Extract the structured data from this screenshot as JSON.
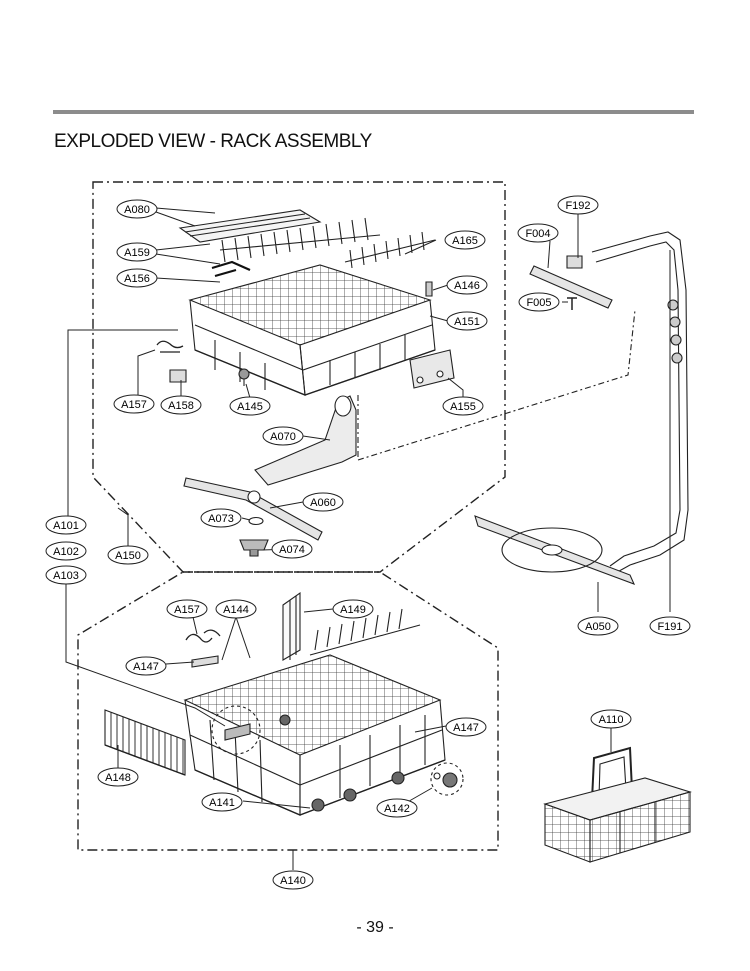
{
  "page": {
    "title": "EXPLODED VIEW - RACK ASSEMBLY",
    "page_number": "- 39 -"
  },
  "callouts": [
    {
      "id": "A080",
      "label": "A080"
    },
    {
      "id": "A159",
      "label": "A159"
    },
    {
      "id": "A165",
      "label": "A165"
    },
    {
      "id": "A156",
      "label": "A156"
    },
    {
      "id": "A146",
      "label": "A146"
    },
    {
      "id": "A151",
      "label": "A151"
    },
    {
      "id": "A157a",
      "label": "A157"
    },
    {
      "id": "A158",
      "label": "A158"
    },
    {
      "id": "A145",
      "label": "A145"
    },
    {
      "id": "A155",
      "label": "A155"
    },
    {
      "id": "A070",
      "label": "A070"
    },
    {
      "id": "A060",
      "label": "A060"
    },
    {
      "id": "A073",
      "label": "A073"
    },
    {
      "id": "A074",
      "label": "A074"
    },
    {
      "id": "A101",
      "label": "A101"
    },
    {
      "id": "A102",
      "label": "A102"
    },
    {
      "id": "A103",
      "label": "A103"
    },
    {
      "id": "A150",
      "label": "A150"
    },
    {
      "id": "F192",
      "label": "F192"
    },
    {
      "id": "F004",
      "label": "F004"
    },
    {
      "id": "F005",
      "label": "F005"
    },
    {
      "id": "A050",
      "label": "A050"
    },
    {
      "id": "F191",
      "label": "F191"
    },
    {
      "id": "A157b",
      "label": "A157"
    },
    {
      "id": "A144",
      "label": "A144"
    },
    {
      "id": "A149",
      "label": "A149"
    },
    {
      "id": "A147a",
      "label": "A147"
    },
    {
      "id": "A147b",
      "label": "A147"
    },
    {
      "id": "A148",
      "label": "A148"
    },
    {
      "id": "A141",
      "label": "A141"
    },
    {
      "id": "A142",
      "label": "A142"
    },
    {
      "id": "A110",
      "label": "A110"
    },
    {
      "id": "A140",
      "label": "A140"
    }
  ],
  "colors": {
    "rule": "#8c8c8c",
    "line": "#222222"
  }
}
